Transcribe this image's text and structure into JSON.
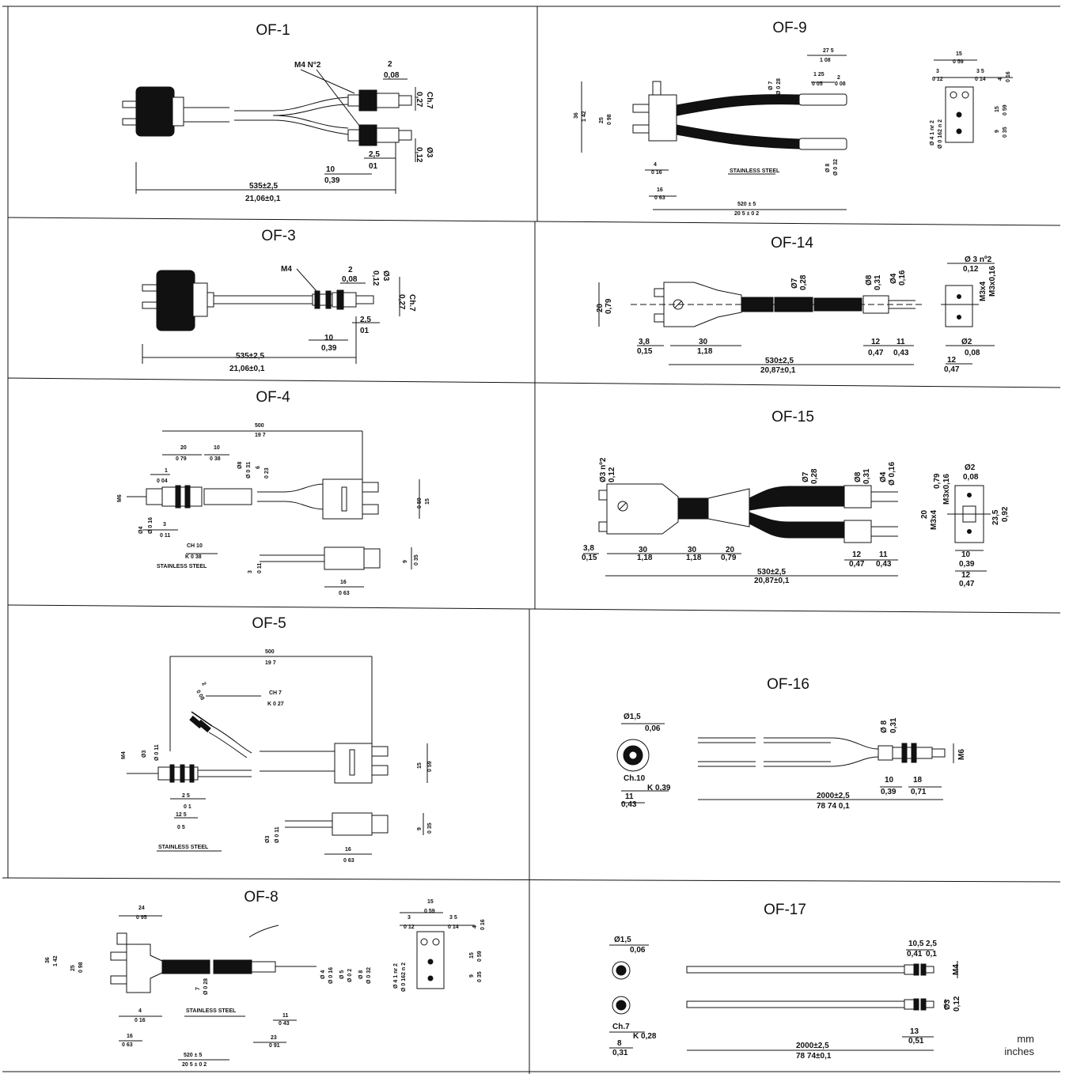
{
  "sheet": {
    "units": {
      "mm": "mm",
      "inches": "inches"
    }
  },
  "panels": {
    "of1": {
      "title": "OF-1",
      "labels": {
        "thread": "M4 N°2",
        "d1": "2",
        "d1i": "0,08",
        "ch": "Ch.7",
        "chi": "0,27",
        "dia": "Ø3",
        "diai": "0,12",
        "d2": "2,5",
        "d2i": "01",
        "d3": "10",
        "d3i": "0,39",
        "len": "535±2,5",
        "leni": "21,06±0,1"
      }
    },
    "of3": {
      "title": "OF-3",
      "labels": {
        "thread": "M4",
        "d1": "2",
        "d1i": "0,08",
        "dia": "Ø3",
        "diai": "0,12",
        "ch": "Ch.7",
        "chi": "0,27",
        "d2": "2,5",
        "d2i": "01",
        "d3": "10",
        "d3i": "0,39",
        "len": "535±2,5",
        "leni": "21,06±0,1"
      }
    },
    "of4": {
      "title": "OF-4",
      "labels": {
        "len": "500",
        "leni": "19 7",
        "a": "20",
        "ai": "0 79",
        "b": "10",
        "bi": "0 38",
        "c": "1",
        "ci": "0 04",
        "d": "Ø8",
        "di": "Ø 0 31",
        "e": "6",
        "ei": "0 23",
        "thread": "M6",
        "f": "Ø4",
        "fi": "Ø 0 16",
        "g": "3",
        "gi": "0 11",
        "ch": "CH 10",
        "chi": "K 0 38",
        "steel": "STAINLESS STEEL",
        "h": "15",
        "hi": "0 59",
        "k": "9",
        "ki": "0 35",
        "m": "3",
        "mi": "0 11",
        "n": "16",
        "ni": "0 63"
      }
    },
    "of5": {
      "title": "OF-5",
      "labels": {
        "len": "500",
        "leni": "19 7",
        "a": "2",
        "ai": "0 08",
        "ch": "CH 7",
        "chi": "K 0 27",
        "thread": "M4",
        "b": "Ø3",
        "bi": "Ø 0 11",
        "c": "2 5",
        "ci": "0 1",
        "d": "12 5",
        "di": "0 5",
        "h": "15",
        "hi": "0 59",
        "k": "9",
        "ki": "0 35",
        "m": "Ø3",
        "mi": "Ø 0 11",
        "n": "16",
        "ni": "0 63",
        "steel": "STAINLESS STEEL"
      }
    },
    "of8": {
      "title": "OF-8",
      "labels": {
        "a": "24",
        "ai": "0 95",
        "b": "36",
        "bi": "1 42",
        "c": "25",
        "ci": "0 98",
        "d": "7",
        "di": "Ø 0 28",
        "e": "4",
        "ei": "0 16",
        "steel": "STAINLESS STEEL",
        "f": "11",
        "fi": "0 43",
        "g": "16",
        "gi": "0 63",
        "len": "520 ± 5",
        "leni": "20 5 ± 0 2",
        "h": "23",
        "hi": "0 91",
        "r1": "15",
        "r1i": "0 59",
        "r2": "3",
        "r2i": "0 12",
        "r3": "3 5",
        "r3i": "0 14",
        "r4": "4",
        "r4i": "0 16",
        "r5": "Ø 4 1 nr 2",
        "r5i": "Ø 0 162 n 2",
        "r6": "15",
        "r6i": "0 59",
        "r7": "9",
        "r7i": "0 35",
        "p1": "Ø 4",
        "p1i": "Ø 0 16",
        "p2": "Ø 5",
        "p2i": "Ø 0 2",
        "p3": "Ø 8",
        "p3i": "Ø 0 32"
      }
    },
    "of9": {
      "title": "OF-9",
      "labels": {
        "a": "27 5",
        "ai": "1 08",
        "b": "1 25",
        "bi": "0 05",
        "c": "2",
        "ci": "0 08",
        "d": "Ø 7",
        "di": "Ø 0 28",
        "e": "36",
        "ei": "1 42",
        "f": "25",
        "fi": "0 98",
        "g": "4",
        "gi": "0 16",
        "steel": "STAINLESS STEEL",
        "h": "16",
        "hi": "0 63",
        "len": "520 ± 5",
        "leni": "20 5 ± 0 2",
        "k": "Ø 8",
        "ki": "Ø 0 32",
        "r1": "15",
        "r1i": "0 59",
        "r2": "3",
        "r2i": "0 12",
        "r3": "3 5",
        "r3i": "0 14",
        "r4": "4",
        "r4i": "0 16",
        "r5": "Ø 4 1 nr 2",
        "r5i": "Ø 0 162 n 2",
        "r6": "15",
        "r6i": "0 59",
        "r7": "9",
        "r7i": "0 35"
      }
    },
    "of14": {
      "title": "OF-14",
      "labels": {
        "a": "Ø7",
        "ai": "0,28",
        "b": "Ø8",
        "bi": "0,31",
        "c": "Ø4",
        "ci": "0,16",
        "h": "20",
        "hi": "0,79",
        "d": "3,8",
        "di": "0,15",
        "e": "30",
        "ei": "1,18",
        "f": "12",
        "fi": "0,47",
        "g": "11",
        "gi": "0,43",
        "len": "530±2,5",
        "leni": "20,87±0,1",
        "r1": "Ø 3 nº2",
        "r1i": "0,12",
        "r2": "M3x4",
        "r2i": "M3x0,16",
        "r3": "Ø2",
        "r3i": "0,08",
        "r4": "12",
        "r4i": "0,47"
      }
    },
    "of15": {
      "title": "OF-15",
      "labels": {
        "a": "Ø3 nº2",
        "ai": "0,12",
        "b": "Ø7",
        "bi": "0,28",
        "c": "Ø8",
        "ci": "0,31",
        "d": "Ø4",
        "di": "Ø 0,16",
        "e": "3,8",
        "ei": "0,15",
        "f": "30",
        "fi": "1,18",
        "g": "30",
        "gi": "1,18",
        "h": "20",
        "hi": "0,79",
        "k": "12",
        "ki": "0,47",
        "m": "11",
        "mi": "0,43",
        "len": "530±2,5",
        "leni": "20,87±0,1",
        "r1": "Ø2",
        "r1i": "0,08",
        "r2": "0,79",
        "r3": "M3x0,16",
        "r4": "20",
        "r5": "M3x4",
        "r6": "23,5",
        "r6i": "0,92",
        "r7": "10",
        "r7i": "0,39",
        "r8": "12",
        "r8i": "0,47"
      }
    },
    "of16": {
      "title": "OF-16",
      "labels": {
        "a": "Ø1,5",
        "ai": "0,06",
        "ch": "Ch.10",
        "chi": "K 0,39",
        "b": "11",
        "bi": "0,43",
        "c": "Ø 8",
        "ci": "0,31",
        "thread": "M6",
        "d": "10",
        "di": "0,39",
        "e": "18",
        "ei": "0,71",
        "len": "2000±2,5",
        "leni": "78 74 0,1"
      }
    },
    "of17": {
      "title": "OF-17",
      "labels": {
        "a": "Ø1,5",
        "ai": "0,06",
        "ch": "Ch.7",
        "chi": "K 0,28",
        "b": "8",
        "bi": "0,31",
        "c": "10,5",
        "ci": "0,41",
        "d": "2,5",
        "di": "0,1",
        "thread": "M4",
        "e": "Ø3",
        "ei": "0,12",
        "f": "13",
        "fi": "0,51",
        "len": "2000±2,5",
        "leni": "78 74±0,1"
      }
    }
  }
}
